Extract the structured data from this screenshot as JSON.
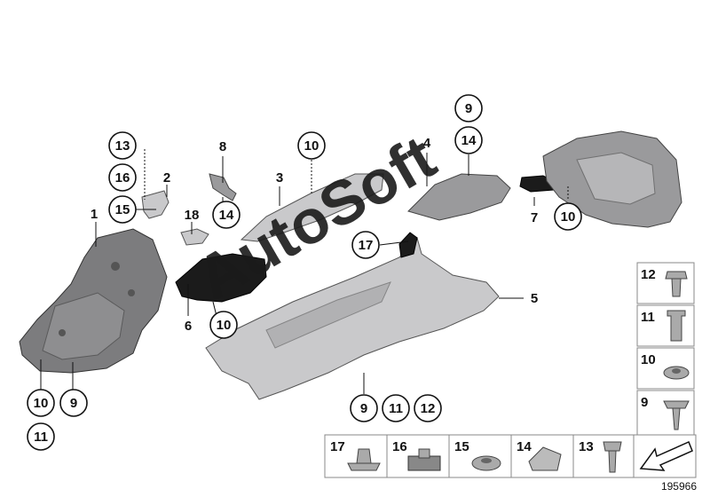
{
  "callouts": [
    {
      "id": "c13a",
      "text": "13",
      "circled": true
    },
    {
      "id": "c16a",
      "text": "16",
      "circled": true
    },
    {
      "id": "c15a",
      "text": "15",
      "circled": true
    },
    {
      "id": "c2",
      "text": "2",
      "circled": false
    },
    {
      "id": "c1",
      "text": "1",
      "circled": false
    },
    {
      "id": "c8",
      "text": "8",
      "circled": false
    },
    {
      "id": "c14a",
      "text": "14",
      "circled": true
    },
    {
      "id": "c18",
      "text": "18",
      "circled": false
    },
    {
      "id": "c10a",
      "text": "10",
      "circled": true
    },
    {
      "id": "c3",
      "text": "3",
      "circled": false
    },
    {
      "id": "c4",
      "text": "4",
      "circled": false
    },
    {
      "id": "c9a",
      "text": "9",
      "circled": true
    },
    {
      "id": "c14b",
      "text": "14",
      "circled": true
    },
    {
      "id": "c7",
      "text": "7",
      "circled": false
    },
    {
      "id": "c10b",
      "text": "10",
      "circled": true
    },
    {
      "id": "c17a",
      "text": "17",
      "circled": true
    },
    {
      "id": "c5",
      "text": "5",
      "circled": false
    },
    {
      "id": "c6",
      "text": "6",
      "circled": false
    },
    {
      "id": "c10c",
      "text": "10",
      "circled": true
    },
    {
      "id": "c10d",
      "text": "10",
      "circled": true
    },
    {
      "id": "c9b",
      "text": "9",
      "circled": true
    },
    {
      "id": "c11a",
      "text": "11",
      "circled": true
    },
    {
      "id": "c9c",
      "text": "9",
      "circled": true
    },
    {
      "id": "c11b",
      "text": "11",
      "circled": true
    },
    {
      "id": "c12a",
      "text": "12",
      "circled": true
    }
  ],
  "legend": {
    "side": [
      "12",
      "11",
      "10",
      "9"
    ],
    "bottom": [
      "17",
      "16",
      "15",
      "14",
      "13"
    ]
  },
  "watermark": "AutoSoft",
  "image_number": "195966"
}
